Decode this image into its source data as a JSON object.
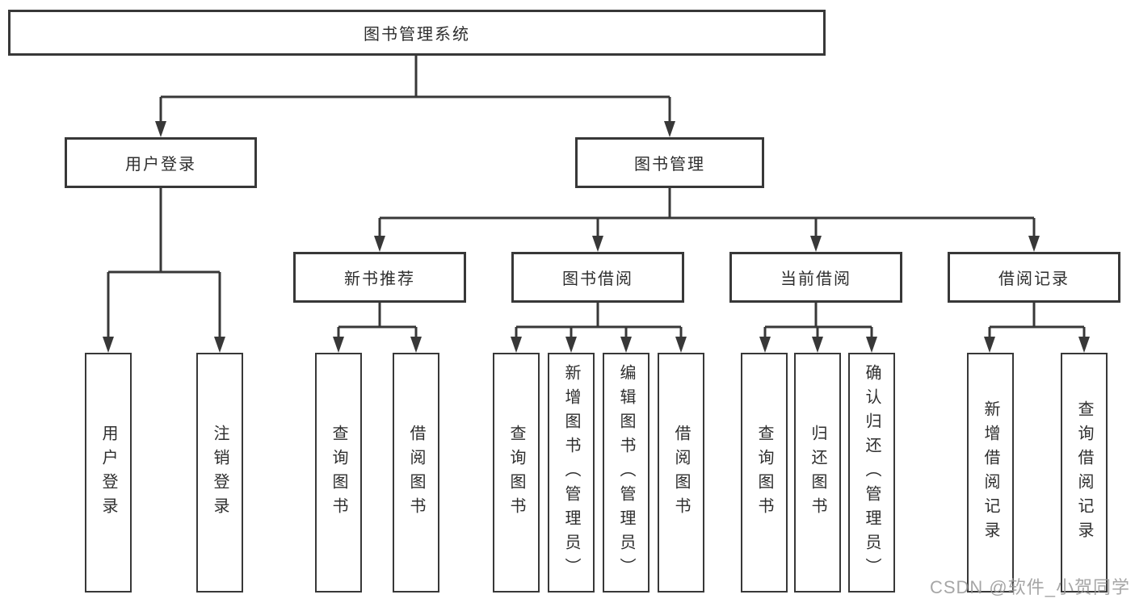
{
  "diagram": {
    "root": "图书管理系统",
    "branches": [
      {
        "label": "用户登录",
        "children": [
          {
            "label": "用户登录"
          },
          {
            "label": "注销登录"
          }
        ]
      },
      {
        "label": "图书管理",
        "children": [
          {
            "label": "新书推荐",
            "children": [
              {
                "label": "查询图书"
              },
              {
                "label": "借阅图书"
              }
            ]
          },
          {
            "label": "图书借阅",
            "children": [
              {
                "label": "查询图书"
              },
              {
                "label": "新增图书（管理员）"
              },
              {
                "label": "编辑图书（管理员）"
              },
              {
                "label": "借阅图书"
              }
            ]
          },
          {
            "label": "当前借阅",
            "children": [
              {
                "label": "查询图书"
              },
              {
                "label": "归还图书"
              },
              {
                "label": "确认归还（管理员）"
              }
            ]
          },
          {
            "label": "借阅记录",
            "children": [
              {
                "label": "新增借阅记录"
              },
              {
                "label": "查询借阅记录"
              }
            ]
          }
        ]
      }
    ]
  },
  "watermark": "CSDN @软件_小贺同学",
  "colors": {
    "line": "#383838",
    "box_border": "#383838",
    "text": "#2e2e2e",
    "watermark": "#969696",
    "background": "#ffffff"
  }
}
